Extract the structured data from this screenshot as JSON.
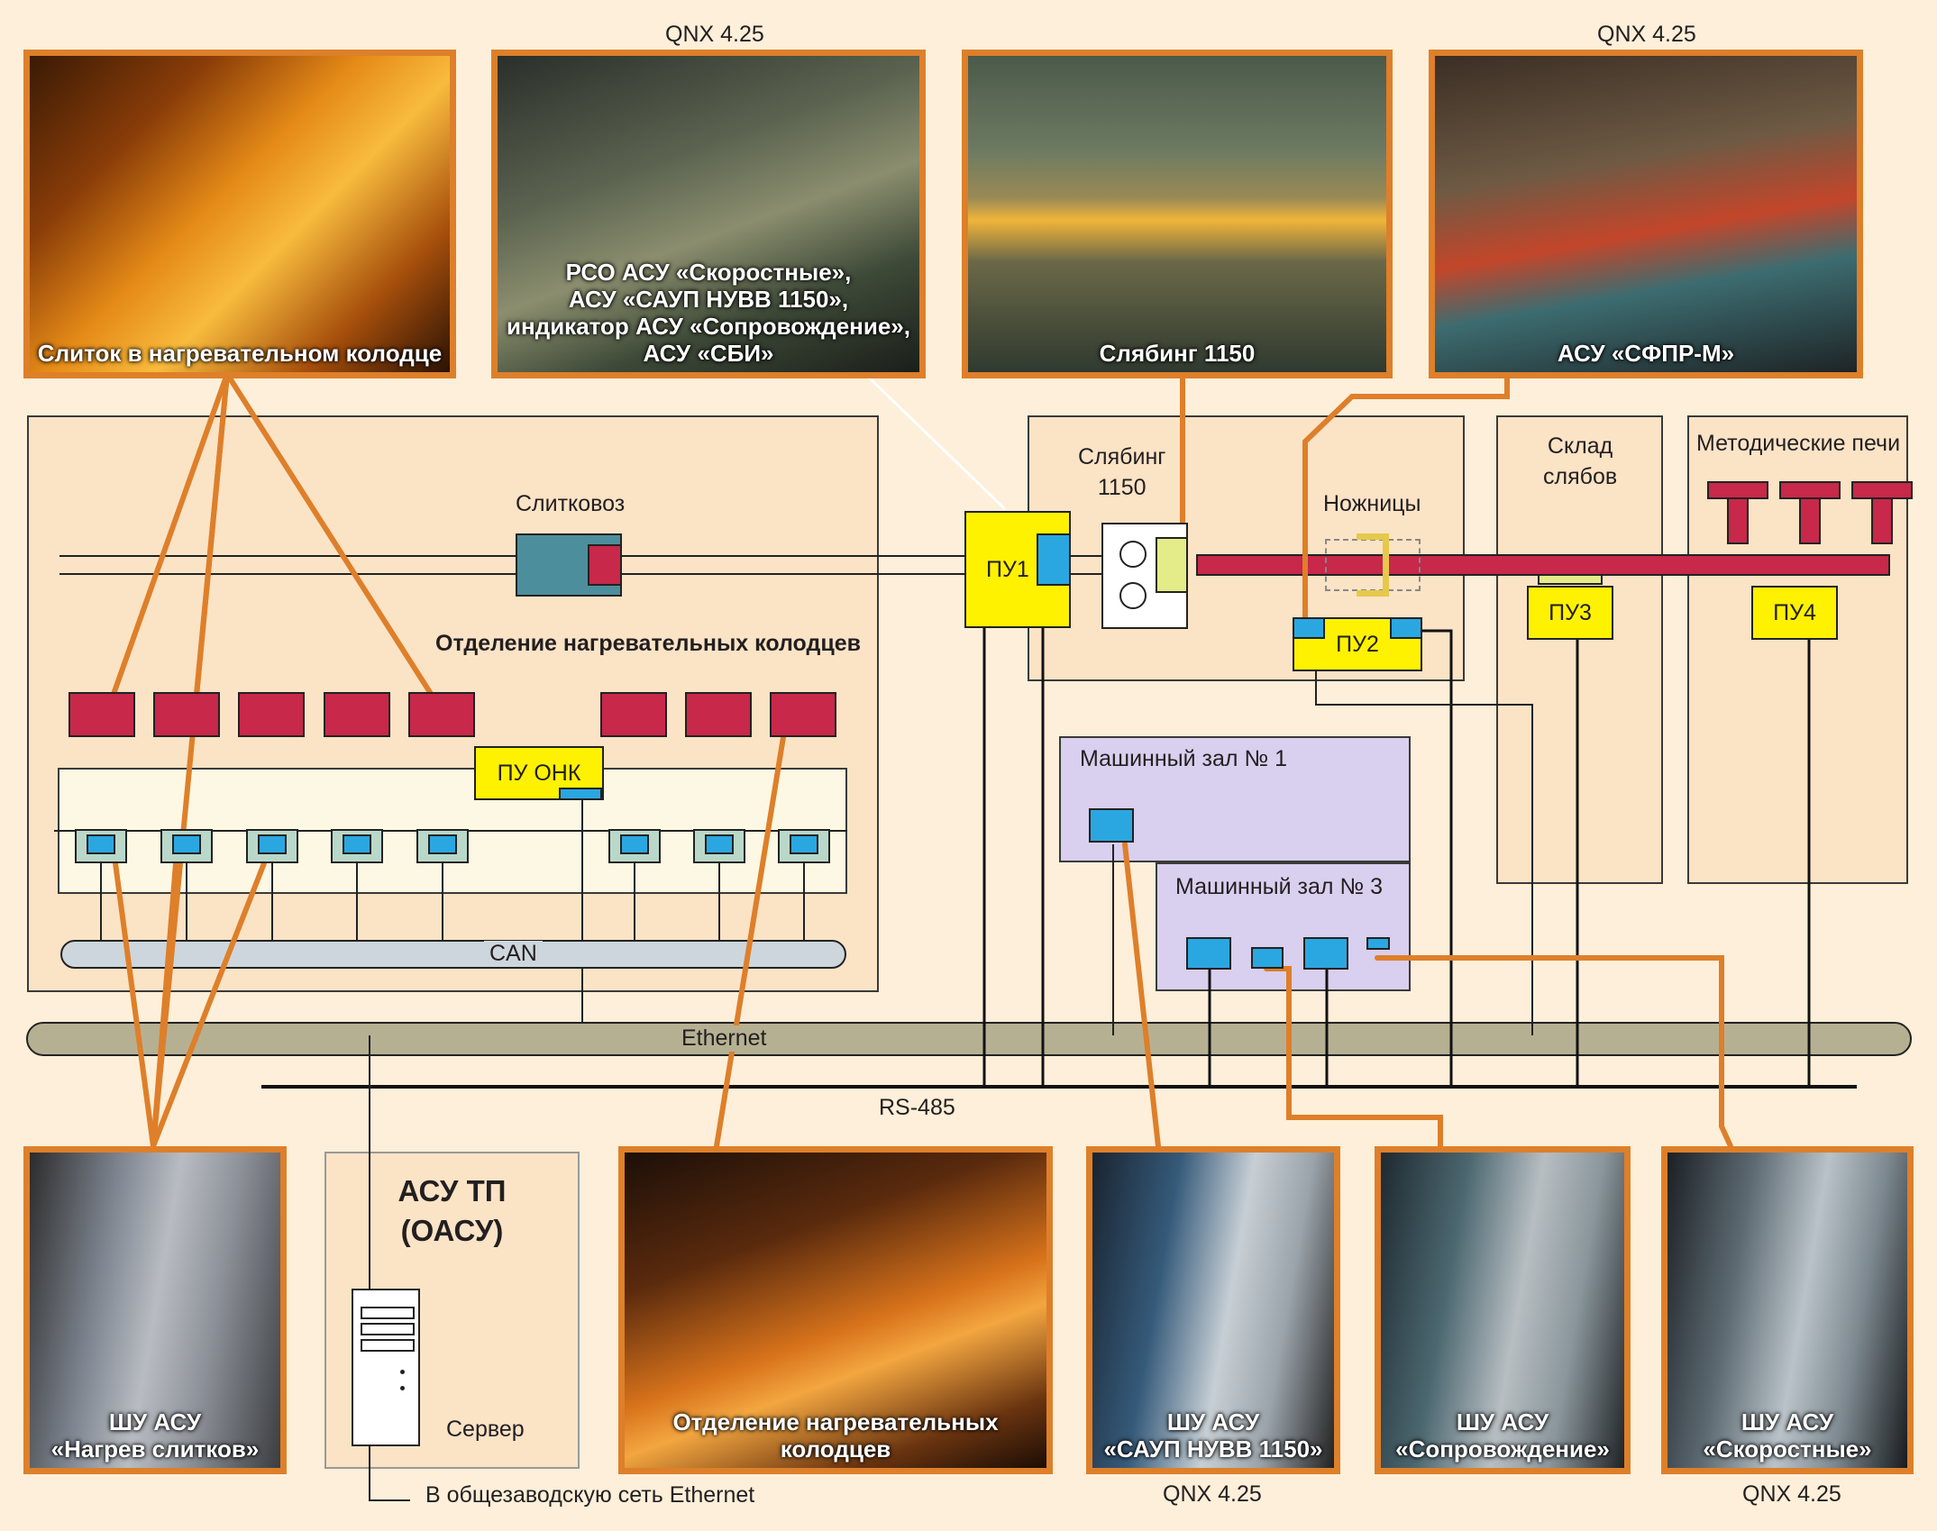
{
  "qnx_labels": [
    "QNX 4.25",
    "QNX 4.25",
    "QNX 4.25",
    "QNX 4.25"
  ],
  "top_photos": {
    "ingot": "Слиток в нагревательном колодце",
    "control_room": "РСО АСУ «Скоростные»,\nАСУ «САУП НУВВ 1150»,\nиндикатор АСУ «Сопровождение»,\nАСУ «СБИ»",
    "slabbing": "Слябинг 1150",
    "sfpr": "АСУ «СФПР-М»"
  },
  "zones": {
    "soaking_pits": "Отделение нагревательных колодцев",
    "ingot_car": "Слитковоз",
    "slabbing_zone": "Слябинг\n1150",
    "shears": "Ножницы",
    "slab_store": "Склад\nслябов",
    "furnaces": "Методические печи",
    "machine_hall_1": "Машинный зал № 1",
    "machine_hall_3": "Машинный зал № 3"
  },
  "control_points": {
    "pu1": "ПУ1",
    "pu2": "ПУ2",
    "pu3": "ПУ3",
    "pu4": "ПУ4",
    "pu_onk": "ПУ ОНК"
  },
  "buses": {
    "can": "CAN",
    "ethernet": "Ethernet",
    "rs485": "RS-485"
  },
  "server_box": {
    "title": "АСУ ТП\n(ОАСУ)",
    "server": "Сервер",
    "network_note": "В общезаводскую сеть Ethernet"
  },
  "bottom_photos": {
    "heating": "ШУ АСУ\n«Нагрев слитков»",
    "pits_photo": "Отделение нагревательных\nколодцев",
    "saup": "ШУ АСУ\n«САУП НУВВ 1150»",
    "tracking": "ШУ АСУ\n«Сопровождение»",
    "speed": "ШУ АСУ\n«Скоростные»"
  },
  "colors": {
    "background": "#fdefd9",
    "accent_orange": "#de7f2a",
    "unit_red": "#c8284a",
    "node_blue": "#2aa7e1",
    "pu_yellow": "#fff200",
    "hall_lilac": "#d9cfee"
  }
}
